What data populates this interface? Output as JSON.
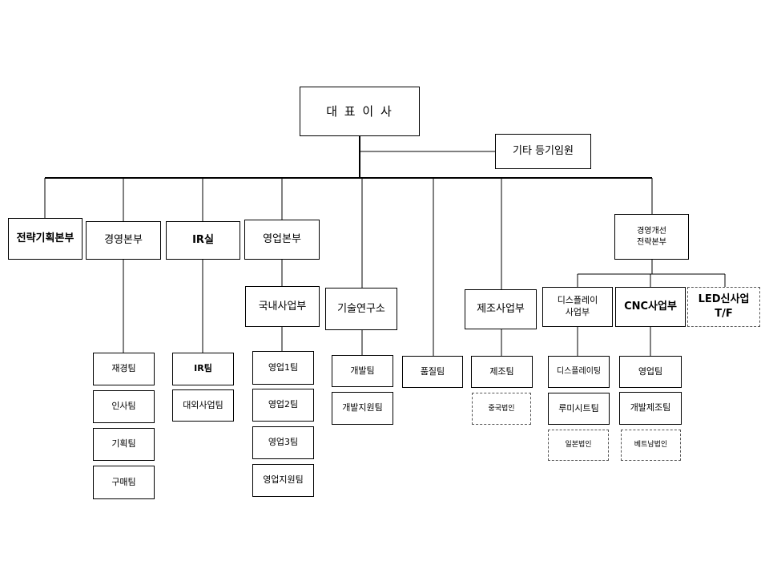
{
  "ceo": "대 표 이 사",
  "other_directors": "기타 등기임원",
  "divisions": {
    "strategy": "전략기획본부",
    "management": "경영본부",
    "ir": "IR실",
    "sales": "영업본부",
    "domestic_sales": "국내사업부",
    "rnd": "기술연구소",
    "quality": "품질팀",
    "manufacturing": "제조사업부",
    "mgmt_improvement": "경영개선\n전략본부",
    "display": "디스플레이\n사업부",
    "cnc": "CNC사업부",
    "led": "LED신사업\nT/F"
  },
  "teams": {
    "finance": "재경팀",
    "hr": "인사팀",
    "planning": "기획팀",
    "purchasing": "구매팀",
    "ir_team": "IR팀",
    "external_affairs": "대외사업팀",
    "sales1": "영업1팀",
    "sales2": "영업2팀",
    "sales3": "영업3팀",
    "sales_support": "영업지원팀",
    "development": "개발팀",
    "dev_support": "개발지원팀",
    "manufacturing_team": "제조팀",
    "china_subsidiary": "중국법인",
    "display_plating": "디스플레이팅",
    "lumisheet": "루미시트팀",
    "japan_subsidiary": "일본법인",
    "cnc_sales": "영업팀",
    "dev_manufacturing": "개발제조팀",
    "vietnam_subsidiary": "베트남법인"
  }
}
